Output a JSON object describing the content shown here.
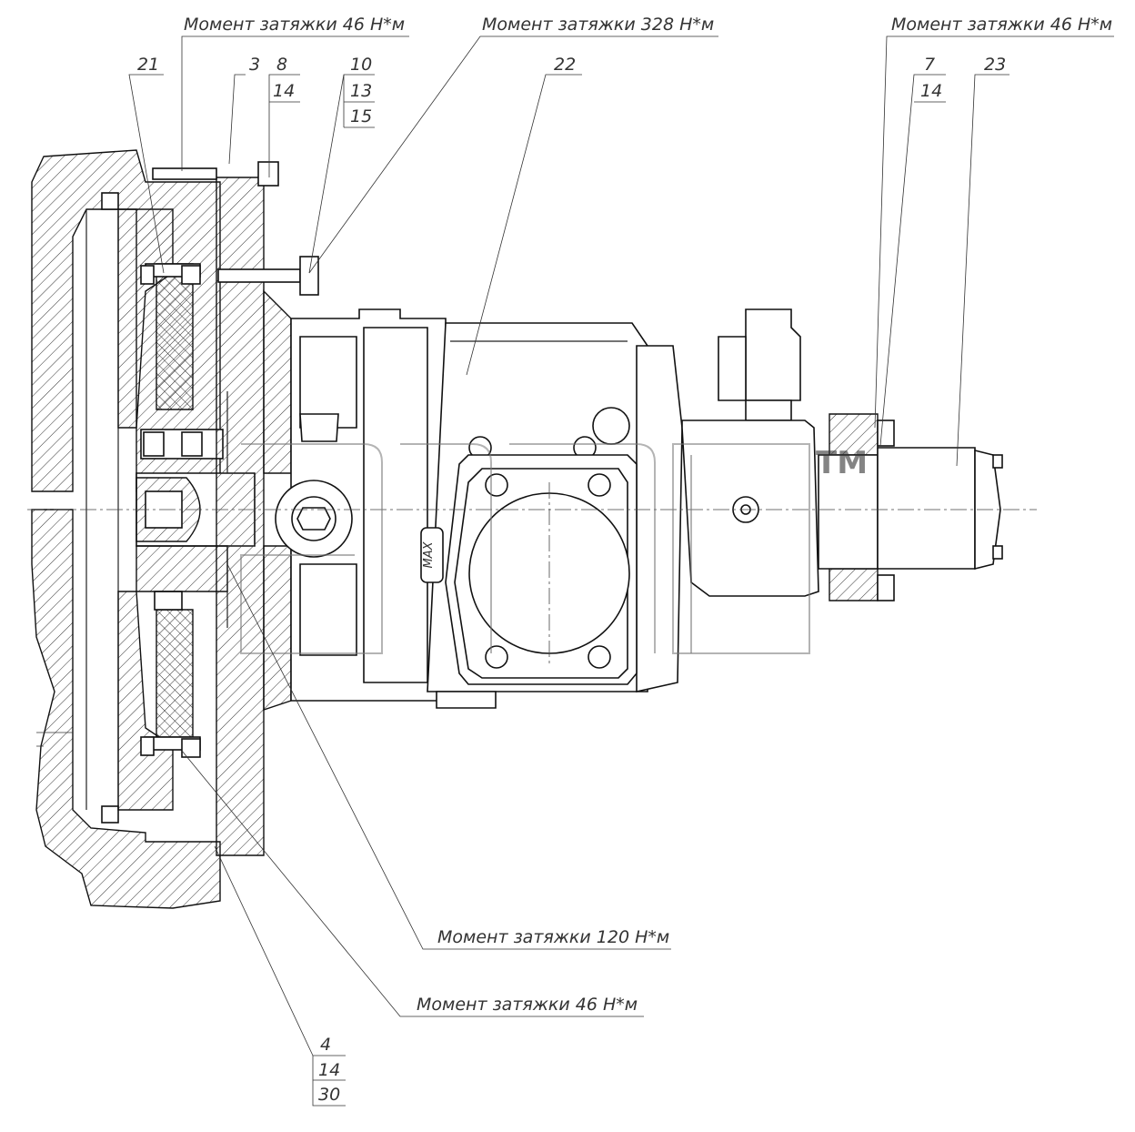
{
  "callouts": {
    "torque_top_left": "Момент затяжки 46 Н*м",
    "torque_top_mid": "Момент затяжки 328 Н*м",
    "torque_top_right": "Момент затяжки 46 Н*м",
    "torque_bottom_120": "Момент затяжки 120 Н*м",
    "torque_bottom_46": "Момент затяжки 46 Н*м"
  },
  "positions": {
    "p21": "21",
    "p3": "3",
    "p8": "8",
    "p14_top": "14",
    "p10": "10",
    "p13": "13",
    "p15": "15",
    "p22": "22",
    "p7": "7",
    "p14_right": "14",
    "p23": "23",
    "p4": "4",
    "p14_bottom": "14",
    "p30": "30"
  },
  "part_marks": {
    "max": "MAX"
  },
  "watermark": {
    "tm": "TM"
  }
}
